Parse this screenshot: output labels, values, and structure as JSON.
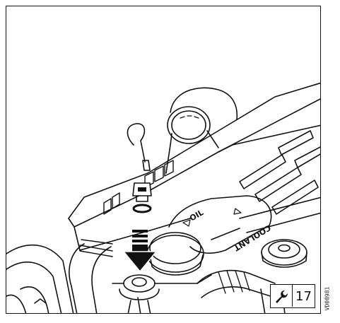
{
  "figure": {
    "embossed_labels": {
      "oil": "OIL",
      "coolant": "COOLANT"
    },
    "badge": {
      "icon": "wrench-icon",
      "number": "17"
    },
    "reference_code": "VD00981"
  }
}
